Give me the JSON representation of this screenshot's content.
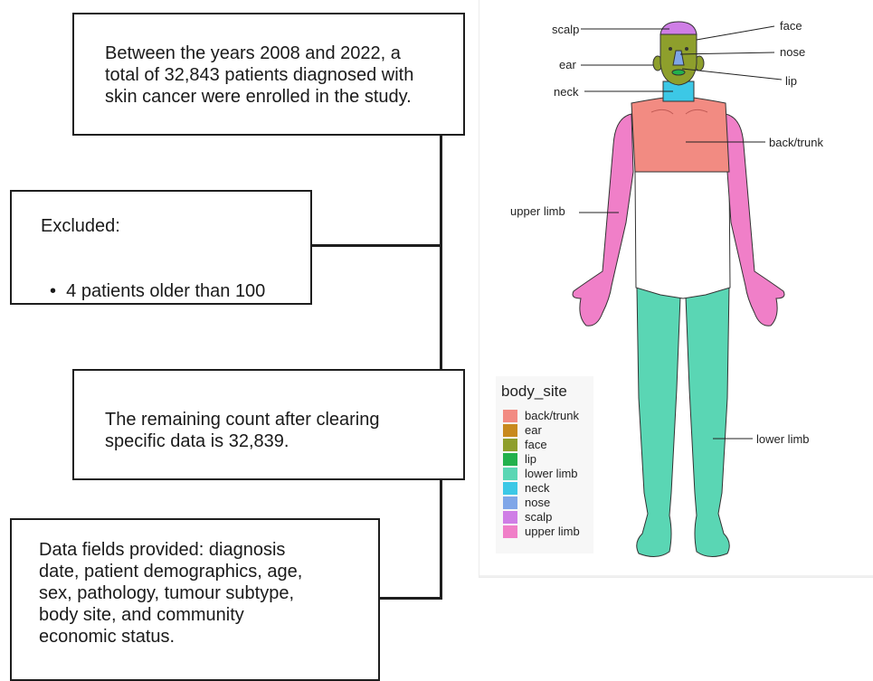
{
  "flow": {
    "enroll_text": "Between the years 2008 and 2022, a\ntotal of 32,843 patients diagnosed with\nskin cancer were enrolled in the study.",
    "excluded_title": "Excluded:",
    "excluded_items": [
      "4 patients older than 100"
    ],
    "remaining_text": "The remaining count after clearing\nspecific data is 32,839.",
    "fields_text": "Data fields provided: diagnosis\ndate, patient demographics, age,\nsex, pathology, tumour subtype,\nbody site, and community\neconomic status."
  },
  "figure": {
    "labels": {
      "scalp": "scalp",
      "ear": "ear",
      "neck": "neck",
      "face": "face",
      "nose": "nose",
      "lip": "lip",
      "back_trunk": "back/trunk",
      "upper_limb": "upper limb",
      "lower_limb": "lower limb"
    },
    "legend_title": "body_site",
    "legend": [
      {
        "label": "back/trunk",
        "color": "#f28b82"
      },
      {
        "label": "ear",
        "color": "#c88a1e"
      },
      {
        "label": "face",
        "color": "#8e9f2c"
      },
      {
        "label": "lip",
        "color": "#22b14c"
      },
      {
        "label": "lower limb",
        "color": "#5ad6b4"
      },
      {
        "label": "neck",
        "color": "#3cc8e6"
      },
      {
        "label": "nose",
        "color": "#7fa6e8"
      },
      {
        "label": "scalp",
        "color": "#cf7ee6"
      },
      {
        "label": "upper limb",
        "color": "#f07fc8"
      }
    ]
  }
}
